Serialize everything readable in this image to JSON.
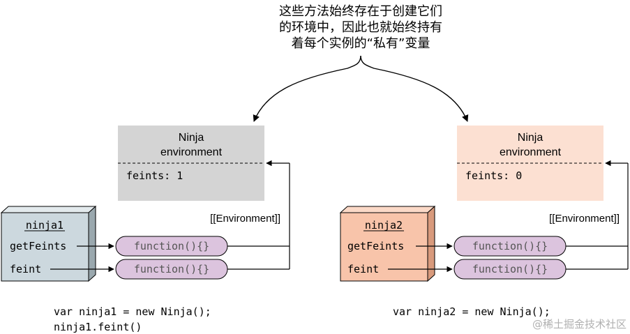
{
  "annotation": {
    "line1": "这些方法始终存在于创建它们",
    "line2": "的环境中，因此也就始终持有",
    "line3": "着每个实例的“私有”变量"
  },
  "left": {
    "env_title_1": "Ninja",
    "env_title_2": "environment",
    "env_var": "feints: 1",
    "env_link": "[[Environment]]",
    "object_name": "ninja1",
    "prop_1": "getFeints",
    "prop_2": "feint",
    "func_1": "function(){}",
    "func_2": "function(){}",
    "code_1": "var ninja1 = new Ninja();",
    "code_2": "ninja1.feint()"
  },
  "right": {
    "env_title_1": "Ninja",
    "env_title_2": "environment",
    "env_var": "feints: 0",
    "env_link": "[[Environment]]",
    "object_name": "ninja2",
    "prop_1": "getFeints",
    "prop_2": "feint",
    "func_1": "function(){}",
    "func_2": "function(){}",
    "code_1": "var ninja2 = new Ninja();"
  },
  "watermark": "@稀土掘金技术社区",
  "colors": {
    "left_env_bg": "#d4d4d4",
    "right_env_bg": "#fce0d2",
    "left_object_front": "#ccd8de",
    "left_object_side": "#9aa8ae",
    "right_object_front": "#f8c4aa",
    "right_object_side": "#d89a7c",
    "function_fill": "#dcc4de",
    "line": "#000000"
  }
}
